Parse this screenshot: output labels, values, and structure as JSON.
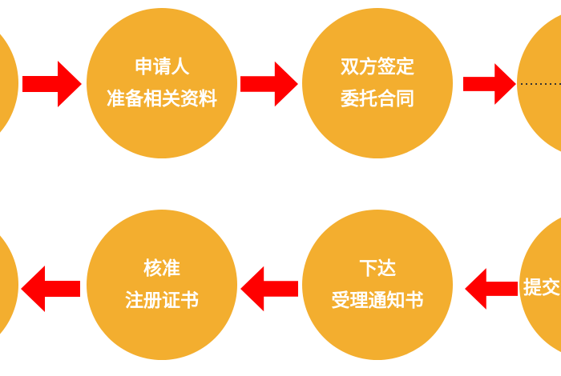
{
  "colors": {
    "circle": "#F3AE2F",
    "arrow": "#FF0000",
    "text": "#FFFFFF"
  },
  "top_row": [
    {
      "lines": [
        "申请人",
        "准备相关资料"
      ]
    },
    {
      "lines": [
        "双方签定",
        "委托合同"
      ]
    }
  ],
  "bottom_row": [
    {
      "lines": [
        "核准",
        "注册证书"
      ]
    },
    {
      "lines": [
        "下达",
        "受理通知书"
      ]
    }
  ],
  "bottom_right_partial": "提交"
}
